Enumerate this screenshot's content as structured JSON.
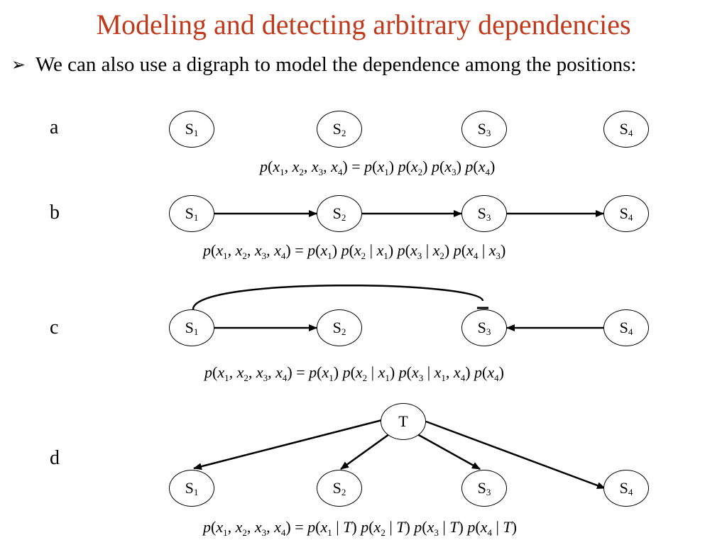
{
  "title": "Modeling and detecting arbitrary dependencies",
  "bullet": {
    "marker": "➢",
    "text": "We can also use a digraph to model the dependence among the positions:"
  },
  "rows": [
    {
      "label": "a",
      "nodes": [
        {
          "name": "S",
          "sub": "1"
        },
        {
          "name": "S",
          "sub": "2"
        },
        {
          "name": "S",
          "sub": "3"
        },
        {
          "name": "S",
          "sub": "4"
        }
      ],
      "formula": "p(x1, x2, x3, x4) = p(x1) p(x2) p(x3) p(x4)"
    },
    {
      "label": "b",
      "nodes": [
        {
          "name": "S",
          "sub": "1"
        },
        {
          "name": "S",
          "sub": "2"
        },
        {
          "name": "S",
          "sub": "3"
        },
        {
          "name": "S",
          "sub": "4"
        }
      ],
      "formula": "p(x1, x2, x3, x4) = p(x1) p(x2 | x1) p(x3 | x2) p(x4 | x3)"
    },
    {
      "label": "c",
      "nodes": [
        {
          "name": "S",
          "sub": "1"
        },
        {
          "name": "S",
          "sub": "2"
        },
        {
          "name": "S",
          "sub": "3"
        },
        {
          "name": "S",
          "sub": "4"
        }
      ],
      "formula": "p(x1, x2, x3, x4) = p(x1) p(x2 | x1) p(x3 | x1, x4) p(x4)"
    },
    {
      "label": "d",
      "top_node": {
        "name": "T"
      },
      "nodes": [
        {
          "name": "S",
          "sub": "1"
        },
        {
          "name": "S",
          "sub": "2"
        },
        {
          "name": "S",
          "sub": "3"
        },
        {
          "name": "S",
          "sub": "4"
        }
      ],
      "formula": "p(x1, x2, x3, x4) = p(x1 | T) p(x2 | T) p(x3 | T) p(x4 | T)"
    }
  ]
}
